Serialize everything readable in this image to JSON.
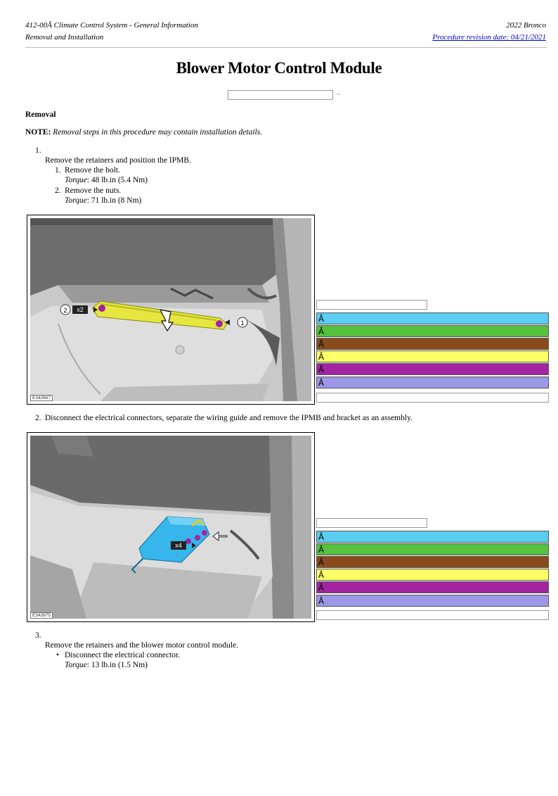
{
  "header": {
    "section": "412-00Â Climate Control System - General Information",
    "subsection": "Removal and Installation",
    "vehicle": "2022 Bronco",
    "revision": "Procedure revision date: 04/21/2021"
  },
  "title": "Blower Motor Control Module",
  "search_buttons": "▫▫",
  "removal_heading": "Removal",
  "note": {
    "label": "NOTE:",
    "text": "Removal steps in this procedure may contain installation details."
  },
  "steps": {
    "s1": {
      "number": "1.",
      "text": "Remove the retainers and position the IPMB.",
      "sub": [
        {
          "num": "1.",
          "text": "Remove the bolt.",
          "torque_label": "Torque",
          "torque_value": ": 48 lb.in (5.4 Nm)"
        },
        {
          "num": "2.",
          "text": "Remove the nuts.",
          "torque_label": "Torque",
          "torque_value": ": 71 lb.in (8 Nm)"
        }
      ]
    },
    "s2": {
      "number": "2.",
      "text": "Disconnect the electrical connectors, separate the wiring guide and remove the IPMB and bracket as an assembly."
    },
    "s3": {
      "number": "3.",
      "text": "Remove the retainers and the blower motor control module.",
      "bullet_text": "Disconnect the electrical connector.",
      "torque_label": "Torque",
      "torque_value": ": 13 lb.in (1.5 Nm)"
    }
  },
  "figures": [
    {
      "id": "E342667",
      "callouts": [
        "2",
        "x2",
        "1"
      ]
    },
    {
      "id": "E342675",
      "callouts": [
        "x4"
      ]
    }
  ],
  "legend": {
    "row_text": "Â",
    "colors": [
      "#5bcdf2",
      "#55c13f",
      "#8b4a1c",
      "#ffff66",
      "#a224a0",
      "#9c97e6"
    ]
  }
}
